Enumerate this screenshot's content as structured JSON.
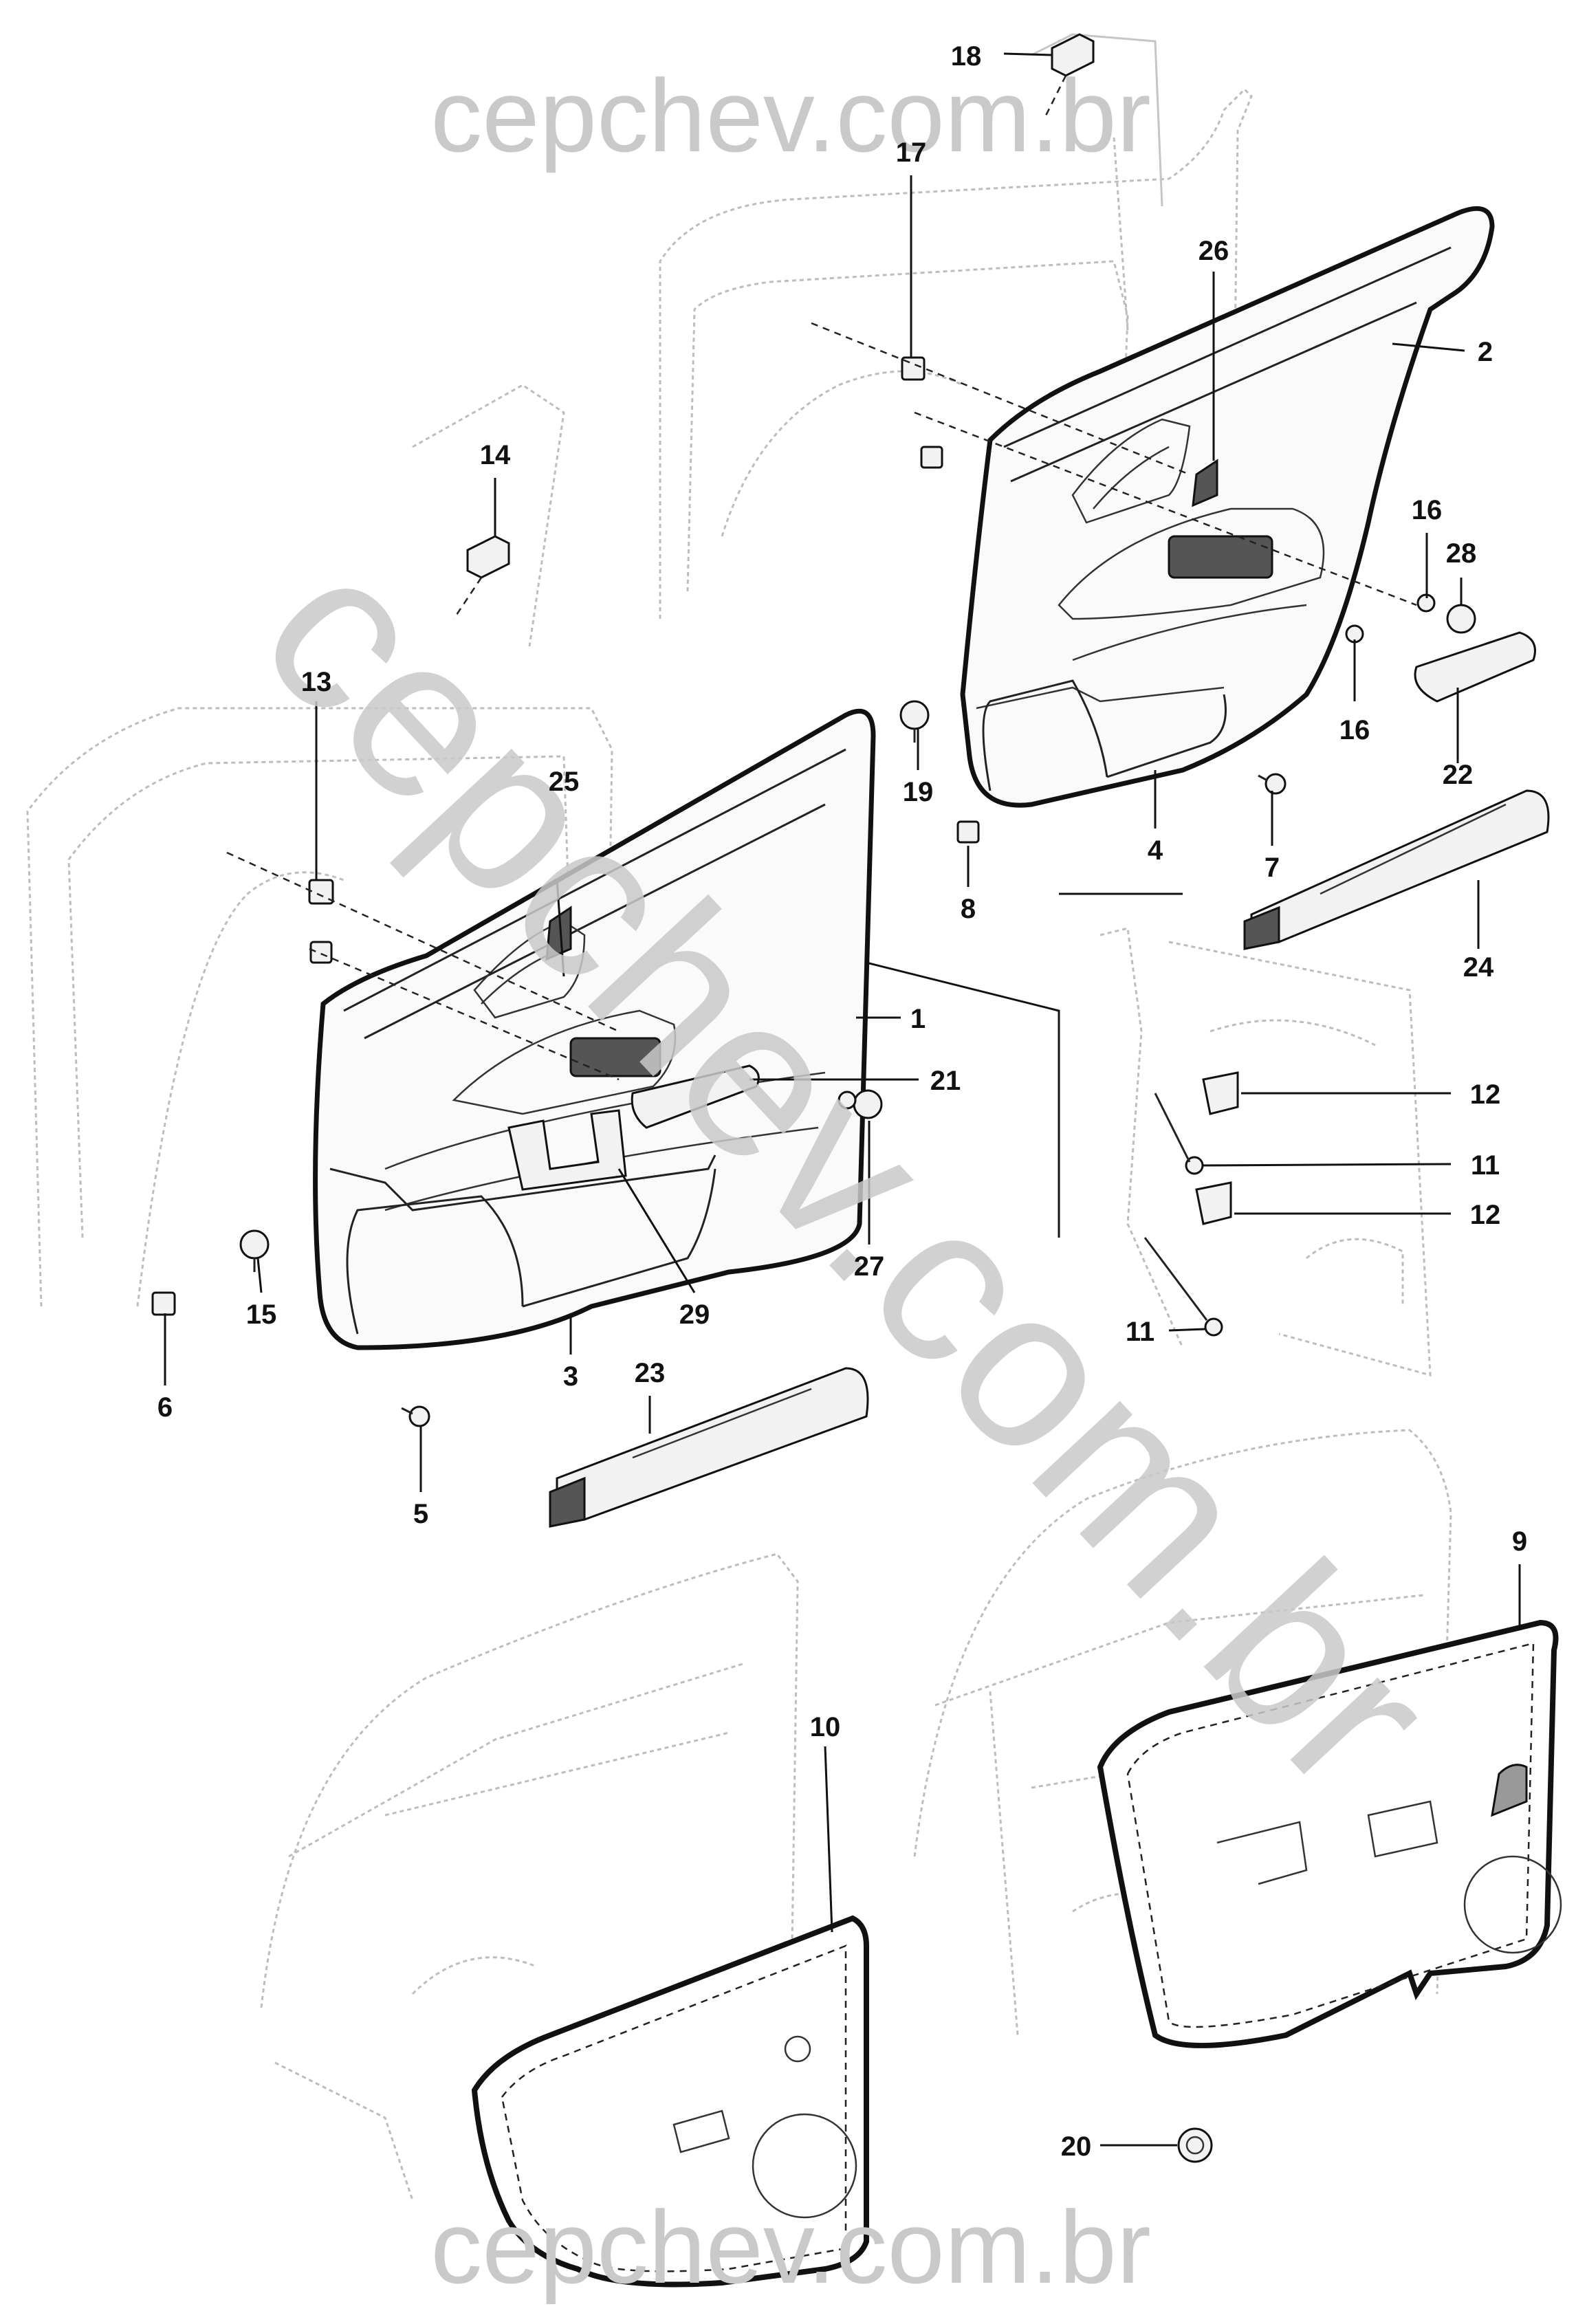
{
  "watermark": {
    "top": "cepchev.com.br",
    "bottom": "cepchev.com.br",
    "diagonal": "cepchev.com.br"
  },
  "callouts": [
    {
      "id": "c1",
      "label": "1"
    },
    {
      "id": "c2",
      "label": "2"
    },
    {
      "id": "c3",
      "label": "3"
    },
    {
      "id": "c4",
      "label": "4"
    },
    {
      "id": "c5",
      "label": "5"
    },
    {
      "id": "c6",
      "label": "6"
    },
    {
      "id": "c7",
      "label": "7"
    },
    {
      "id": "c8",
      "label": "8"
    },
    {
      "id": "c9",
      "label": "9"
    },
    {
      "id": "c10",
      "label": "10"
    },
    {
      "id": "c11a",
      "label": "11"
    },
    {
      "id": "c11b",
      "label": "11"
    },
    {
      "id": "c12a",
      "label": "12"
    },
    {
      "id": "c12b",
      "label": "12"
    },
    {
      "id": "c13",
      "label": "13"
    },
    {
      "id": "c14",
      "label": "14"
    },
    {
      "id": "c15",
      "label": "15"
    },
    {
      "id": "c16a",
      "label": "16"
    },
    {
      "id": "c16b",
      "label": "16"
    },
    {
      "id": "c17",
      "label": "17"
    },
    {
      "id": "c18",
      "label": "18"
    },
    {
      "id": "c19",
      "label": "19"
    },
    {
      "id": "c20",
      "label": "20"
    },
    {
      "id": "c21",
      "label": "21"
    },
    {
      "id": "c22",
      "label": "22"
    },
    {
      "id": "c23",
      "label": "23"
    },
    {
      "id": "c24",
      "label": "24"
    },
    {
      "id": "c25",
      "label": "25"
    },
    {
      "id": "c26",
      "label": "26"
    },
    {
      "id": "c27",
      "label": "27"
    },
    {
      "id": "c28",
      "label": "28"
    },
    {
      "id": "c29",
      "label": "29"
    }
  ]
}
